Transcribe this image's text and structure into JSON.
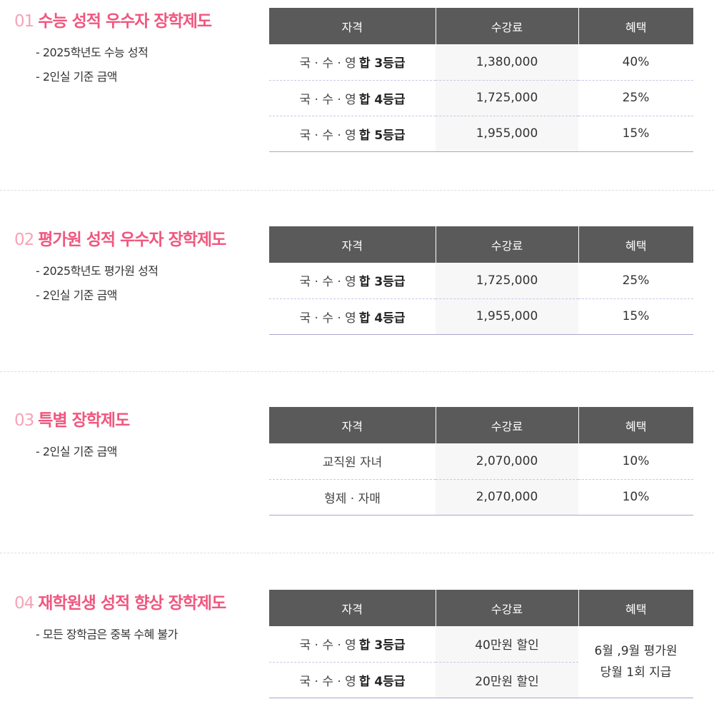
{
  "headers": {
    "qualification": "자격",
    "fee": "수강료",
    "benefit": "혜택"
  },
  "sections": [
    {
      "num": "01",
      "title": "수능 성적 우수자 장학제도",
      "notes": [
        "- 2025학년도 수능 성적",
        "- 2인실 기준 금액"
      ],
      "rows": [
        {
          "subjects": "국 · 수 · 영",
          "grade": "합 3등급",
          "fee": "1,380,000",
          "benefit": "40%"
        },
        {
          "subjects": "국 · 수 · 영",
          "grade": "합 4등급",
          "fee": "1,725,000",
          "benefit": "25%"
        },
        {
          "subjects": "국 · 수 · 영",
          "grade": "합 5등급",
          "fee": "1,955,000",
          "benefit": "15%"
        }
      ]
    },
    {
      "num": "02",
      "title": "평가원 성적 우수자 장학제도",
      "notes": [
        "- 2025학년도 평가원 성적",
        "- 2인실 기준 금액"
      ],
      "rows": [
        {
          "subjects": "국 · 수 · 영",
          "grade": "합 3등급",
          "fee": "1,725,000",
          "benefit": "25%"
        },
        {
          "subjects": "국 · 수 · 영",
          "grade": "합 4등급",
          "fee": "1,955,000",
          "benefit": "15%"
        }
      ]
    },
    {
      "num": "03",
      "title": "특별 장학제도",
      "notes": [
        "- 2인실 기준 금액"
      ],
      "rows": [
        {
          "subjects": "교직원 자녀",
          "grade": "",
          "fee": "2,070,000",
          "benefit": "10%"
        },
        {
          "subjects": "형제 · 자매",
          "grade": "",
          "fee": "2,070,000",
          "benefit": "10%"
        }
      ]
    },
    {
      "num": "04",
      "title": "재학원생 성적 향상 장학제도",
      "notes": [
        "- 모든 장학금은 중복 수혜 불가"
      ],
      "rows": [
        {
          "subjects": "국 · 수 · 영",
          "grade": "합 3등급",
          "fee": "40만원 할인"
        },
        {
          "subjects": "국 · 수 · 영",
          "grade": "합 4등급",
          "fee": "20만원 할인"
        }
      ],
      "shared_benefit": [
        "6월 ,9월 평가원",
        "당월 1회 지급"
      ]
    }
  ]
}
